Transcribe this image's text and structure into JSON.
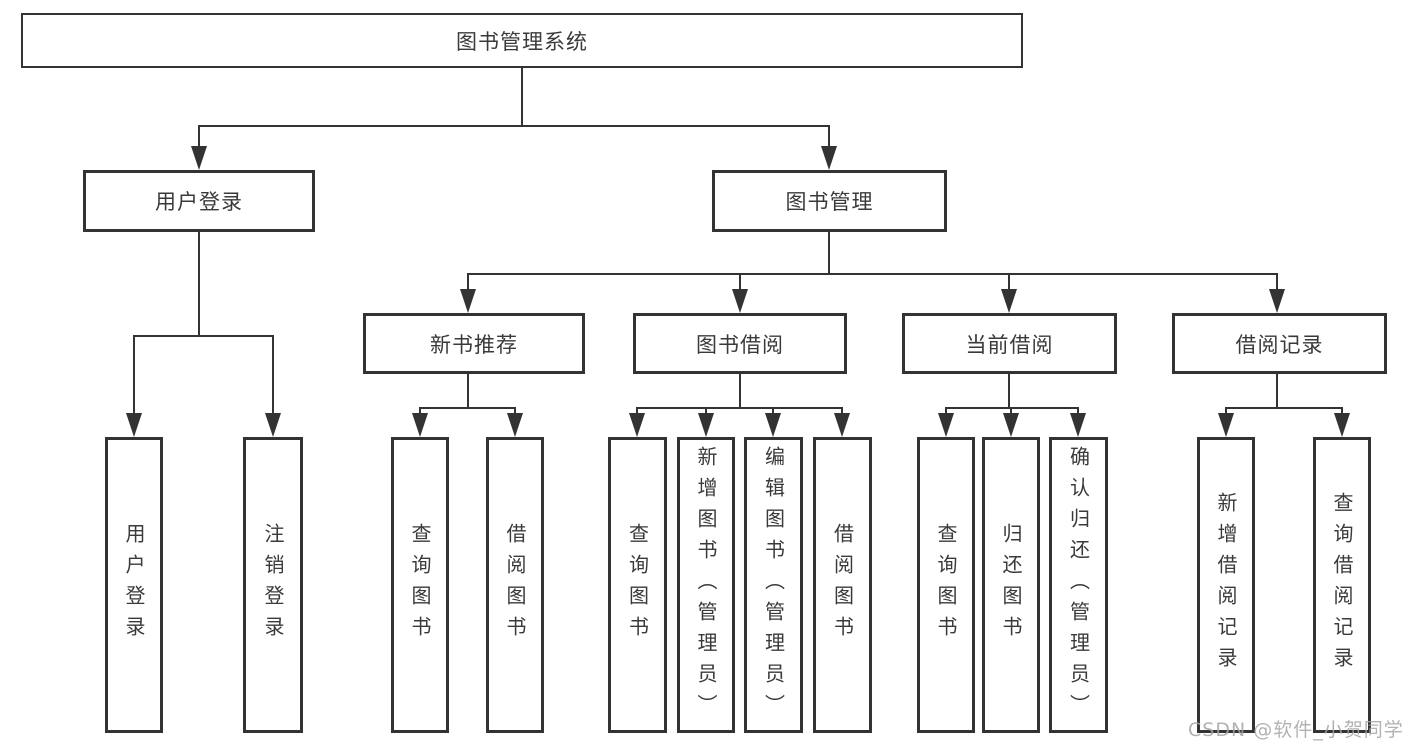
{
  "diagram": {
    "root": "图书管理系统",
    "branches": [
      {
        "label": "用户登录",
        "children": [
          "用户登录",
          "注销登录"
        ]
      },
      {
        "label": "图书管理",
        "groups": [
          {
            "label": "新书推荐",
            "children": [
              "查询图书",
              "借阅图书"
            ]
          },
          {
            "label": "图书借阅",
            "children": [
              "查询图书",
              "新增图书（管理员）",
              "编辑图书（管理员）",
              "借阅图书"
            ]
          },
          {
            "label": "当前借阅",
            "children": [
              "查询图书",
              "归还图书",
              "确认归还（管理员）"
            ]
          },
          {
            "label": "借阅记录",
            "children": [
              "新增借阅记录",
              "查询借阅记录"
            ]
          }
        ]
      }
    ]
  },
  "watermark": "CSDN @软件_小贺同学",
  "colors": {
    "line": "#333333",
    "text": "#3a3a3a",
    "watermark": "#a4a4a4",
    "background": "#ffffff"
  }
}
